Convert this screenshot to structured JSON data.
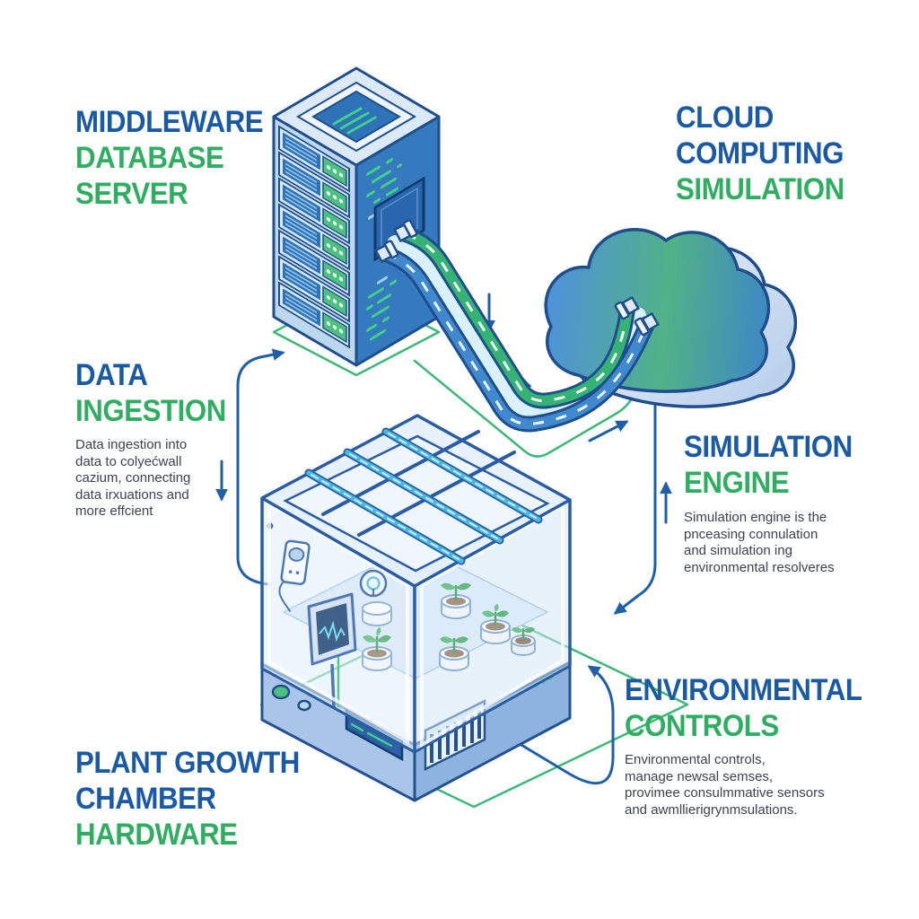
{
  "palette": {
    "heading_blue": "#1a5aa5",
    "heading_green": "#2fae62",
    "body_text": "#3b4250",
    "outline_navy": "#1f4e8c",
    "tube_green": "#34b374",
    "tube_blue": "#4189cf",
    "glow_cyan": "#d8f1fa",
    "platform_green": "#3cb878",
    "server_panel_green": "#4cc07d",
    "led_cyan": "#49b9dd"
  },
  "icons": {
    "server": "server-rack-illustration",
    "cloud": "cloud-illustration",
    "chamber": "growth-chamber-illustration",
    "tubes": "data-tube-bundle",
    "arrows": "flow-arrow"
  },
  "labels": {
    "middleware": {
      "lines": [
        {
          "text": "MIDDLEWARE",
          "color": "#1a5aa5"
        },
        {
          "text": "DATABASE",
          "color": "#2fae62"
        },
        {
          "text": "SERVER",
          "color": "#2fae62"
        }
      ]
    },
    "cloud": {
      "lines": [
        {
          "text": "CLOUD",
          "color": "#1a5aa5"
        },
        {
          "text": "COMPUTING",
          "color": "#1a5aa5"
        },
        {
          "text": "SIMULATION",
          "color": "#2fae62"
        }
      ]
    },
    "data_ingestion": {
      "lines": [
        {
          "text": "DATA",
          "color": "#1a5aa5"
        },
        {
          "text": "INGESTION",
          "color": "#2fae62"
        }
      ],
      "body": [
        "Data ingestion into",
        "data to colyećwall",
        "cazium, connecting",
        "data irxuations and",
        "more effcient"
      ]
    },
    "simulation_engine": {
      "lines": [
        {
          "text": "SIMULATION",
          "color": "#1a5aa5"
        },
        {
          "text": "ENGINE",
          "color": "#2fae62"
        }
      ],
      "body": [
        "Simulation engine is the",
        "pnceasing connulation",
        "and simulation ing",
        "environmental resolveres"
      ]
    },
    "environmental_controls": {
      "lines": [
        {
          "text": "ENVIRONMENTAL",
          "color": "#1a5aa5"
        },
        {
          "text": "CONTROLS",
          "color": "#2fae62"
        }
      ],
      "body": [
        "Environmental controls,",
        "manage newsal semses,",
        "provimee consulmmative sensors",
        "and awmllierigrynmsulations."
      ]
    },
    "plant_growth": {
      "lines": [
        {
          "text": "PLANT GROWTH",
          "color": "#1a5aa5"
        },
        {
          "text": "CHAMBER",
          "color": "#1a5aa5"
        },
        {
          "text": "HARDWARE",
          "color": "#2fae62"
        }
      ]
    }
  }
}
